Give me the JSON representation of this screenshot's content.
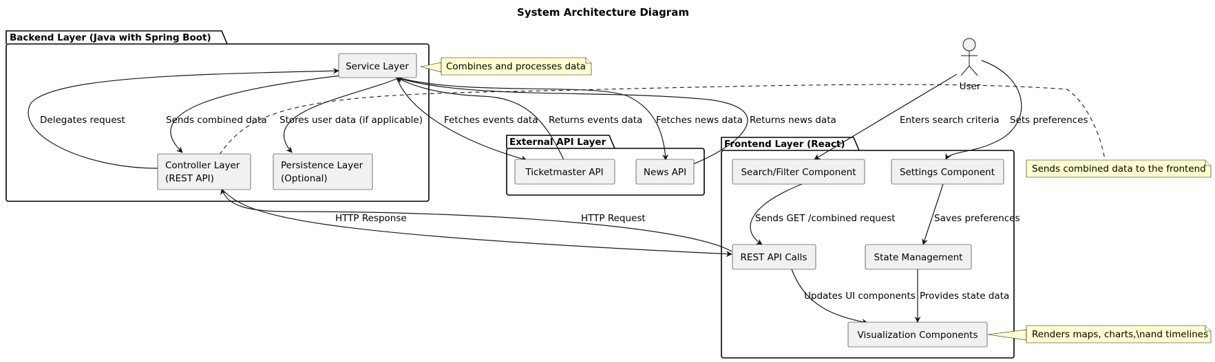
{
  "title": "System Architecture Diagram",
  "packages": {
    "backend": "Backend Layer (Java with Spring Boot)",
    "external": "External API Layer",
    "frontend": "Frontend Layer (React)"
  },
  "nodes": {
    "service": "Service Layer",
    "controller_1": "Controller Layer",
    "controller_2": "(REST API)",
    "persistence_1": "Persistence Layer",
    "persistence_2": "(Optional)",
    "ticketmaster": "Ticketmaster API",
    "news": "News API",
    "search": "Search/Filter Component",
    "settings": "Settings Component",
    "rest_calls": "REST API Calls",
    "state": "State Management",
    "visualization": "Visualization Components",
    "user": "User"
  },
  "notes": {
    "service_note": "Combines and processes data",
    "controller_note": "Sends combined data to the frontend",
    "visualization_note": "Renders maps, charts,\\nand timelines"
  },
  "edges": {
    "delegates": "Delegates request",
    "sends_combined": "Sends combined data",
    "stores_user": "Stores user data (if applicable)",
    "fetches_events": "Fetches events data",
    "returns_events": "Returns events data",
    "fetches_news": "Fetches news data",
    "returns_news": "Returns news data",
    "enters_search": "Enters search criteria",
    "sets_prefs": "Sets preferences",
    "sends_get": "Sends GET /combined request",
    "saves_prefs": "Saves preferences",
    "updates_ui": "Updates UI components",
    "provides_state": "Provides state data",
    "http_response": "HTTP Response",
    "http_request": "HTTP Request"
  }
}
